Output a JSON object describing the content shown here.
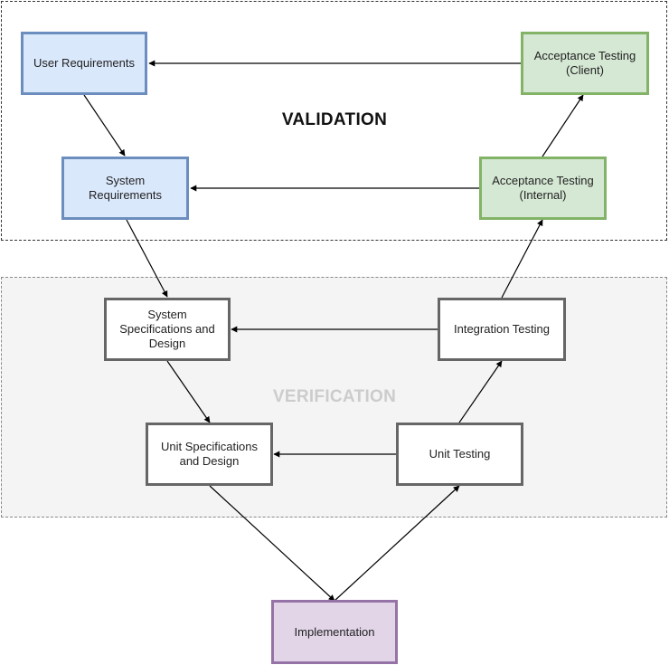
{
  "regions": {
    "validation": "VALIDATION",
    "verification": "VERIFICATION"
  },
  "boxes": {
    "user_requirements": "User Requirements",
    "system_requirements": "System\nRequirements",
    "system_specifications": "System\nSpecifications and\nDesign",
    "unit_specifications": "Unit Specifications\nand Design",
    "implementation": "Implementation",
    "unit_testing": "Unit Testing",
    "integration_testing": "Integration Testing",
    "acceptance_internal": "Acceptance Testing\n(Internal)",
    "acceptance_client": "Acceptance Testing\n(Client)"
  },
  "colors": {
    "requirements": "#dae8fc",
    "acceptance": "#d5e8d4",
    "implementation": "#e1d5e7",
    "process": "#ffffff"
  }
}
